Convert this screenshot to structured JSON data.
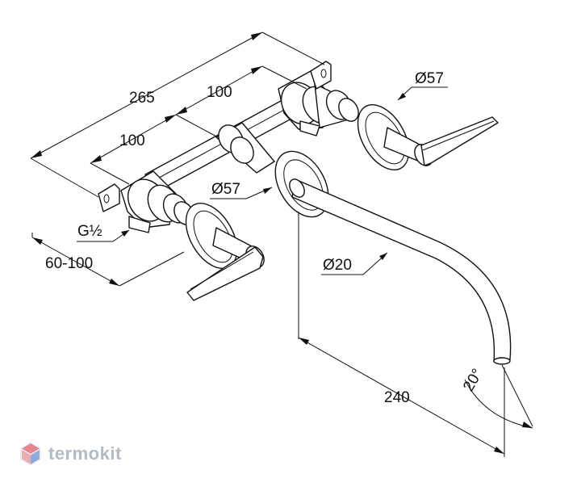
{
  "dimensions": {
    "overall_width": "265",
    "spacing_upper": "100",
    "spacing_lower": "100",
    "rosette_upper": "Ø57",
    "rosette_middle": "Ø57",
    "connection_thread": "G½",
    "wall_depth": "60-100",
    "spout_diameter": "Ø20",
    "spout_projection": "240",
    "spout_angle": "20°"
  },
  "watermark": {
    "brand": "termokit"
  },
  "colors": {
    "line": "#111111",
    "watermark": "#9aa3ad",
    "logo_red": "#e0737a",
    "logo_blue": "#7f9fd6"
  }
}
